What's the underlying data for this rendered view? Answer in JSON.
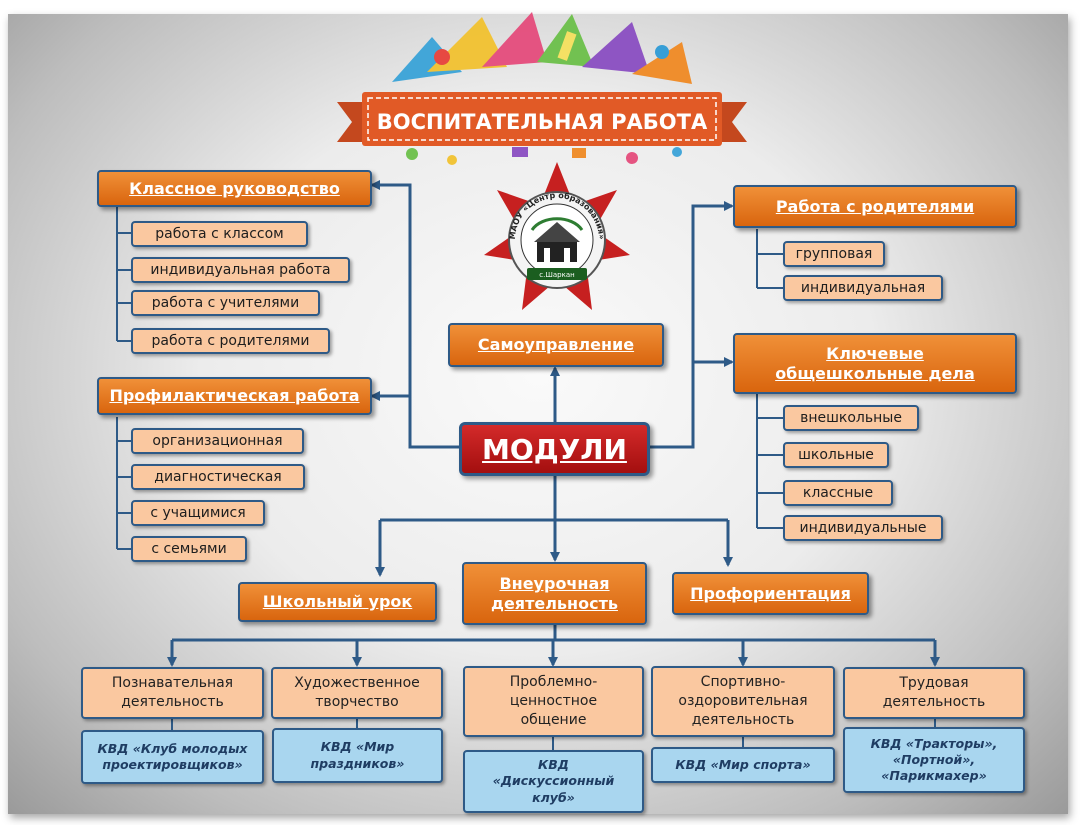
{
  "banner": {
    "title": "ВОСПИТАТЕЛЬНАЯ РАБОТА"
  },
  "emblem": {
    "ring_text": "МАОУ «Центр образования»",
    "place": "с.Шаркан"
  },
  "center": {
    "label": "МОДУЛИ"
  },
  "left": {
    "classroom": {
      "title": "Классное руководство",
      "items": [
        "работа с классом",
        "индивидуальная работа",
        "работа с учителями",
        "работа с родителями"
      ]
    },
    "prevention": {
      "title": "Профилактическая работа",
      "items": [
        "организационная",
        "диагностическая",
        "с учащимися",
        "с семьями"
      ]
    }
  },
  "top_center": {
    "title": "Самоуправление"
  },
  "right": {
    "parents": {
      "title": "Работа с родителями",
      "items": [
        "групповая",
        "индивидуальная"
      ]
    },
    "key_affairs": {
      "title_line1": "Ключевые",
      "title_line2": "общешкольные дела",
      "items": [
        "внешкольные",
        "школьные",
        "классные",
        "индивидуальные"
      ]
    }
  },
  "bottom": {
    "lesson": "Школьный урок",
    "extracurricular_line1": "Внеурочная",
    "extracurricular_line2": "деятельность",
    "career": "Профориентация"
  },
  "activities": [
    {
      "lines": [
        "Познавательная",
        "деятельность"
      ],
      "club_lines": [
        "КВД «Клуб молодых",
        "проектировщиков»"
      ]
    },
    {
      "lines": [
        "Художественное",
        "творчество"
      ],
      "club_lines": [
        "КВД «Мир",
        "праздников»"
      ]
    },
    {
      "lines": [
        "Проблемно-",
        "ценностное",
        "общение"
      ],
      "club_lines": [
        "КВД",
        "«Дискуссионный",
        "клуб»"
      ]
    },
    {
      "lines": [
        "Спортивно-",
        "оздоровительная",
        "деятельность"
      ],
      "club_lines": [
        "КВД «Мир спорта»"
      ]
    },
    {
      "lines": [
        "Трудовая",
        "деятельность"
      ],
      "club_lines": [
        "КВД «Тракторы»,",
        "«Портной»,",
        "«Парикмахер»"
      ]
    }
  ],
  "colors": {
    "accent_orange": "#e5761c",
    "module_red": "#c01818",
    "connector_blue": "#2e5a87",
    "item_peach": "#fac8a0",
    "club_blue": "#a9d6ef"
  }
}
